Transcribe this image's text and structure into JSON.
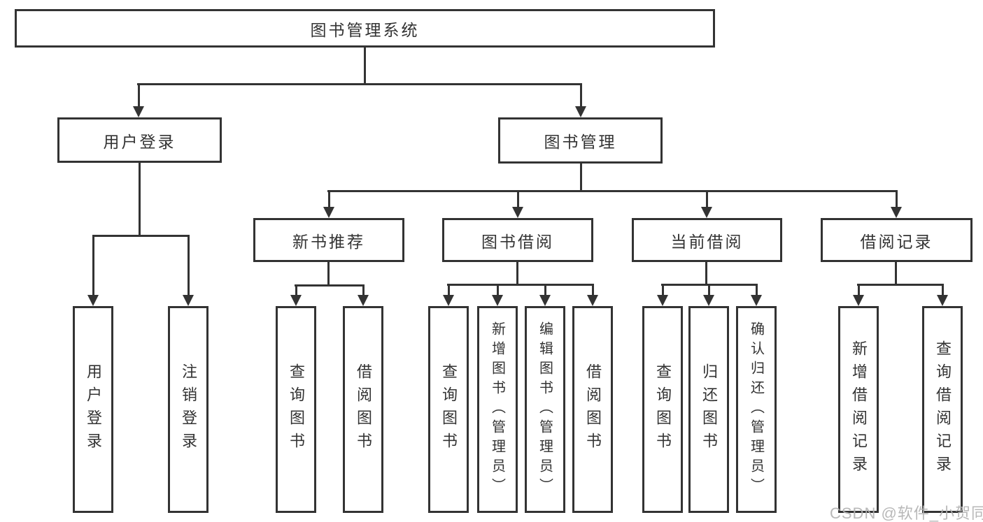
{
  "diagram": {
    "root": {
      "label": "图书管理系统"
    },
    "level2": [
      {
        "label": "用户登录",
        "children": [
          {
            "label": "用户登录"
          },
          {
            "label": "注销登录"
          }
        ]
      },
      {
        "label": "图书管理",
        "children": [
          {
            "label": "新书推荐",
            "children": [
              {
                "label": "查询图书"
              },
              {
                "label": "借阅图书"
              }
            ]
          },
          {
            "label": "图书借阅",
            "children": [
              {
                "label": "查询图书"
              },
              {
                "label": "新增图书（管理员）"
              },
              {
                "label": "编辑图书（管理员）"
              },
              {
                "label": "借阅图书"
              }
            ]
          },
          {
            "label": "当前借阅",
            "children": [
              {
                "label": "查询图书"
              },
              {
                "label": "归还图书"
              },
              {
                "label": "确认归还（管理员）"
              }
            ]
          },
          {
            "label": "借阅记录",
            "children": [
              {
                "label": "新增借阅记录"
              },
              {
                "label": "查询借阅记录"
              }
            ]
          }
        ]
      }
    ]
  },
  "watermark": {
    "text": "CSDN @软件_小贺同学"
  },
  "colors": {
    "line": "#333333",
    "box_border": "#333333",
    "text": "#333333",
    "watermark": "#b2b2b2",
    "background": "#ffffff"
  }
}
